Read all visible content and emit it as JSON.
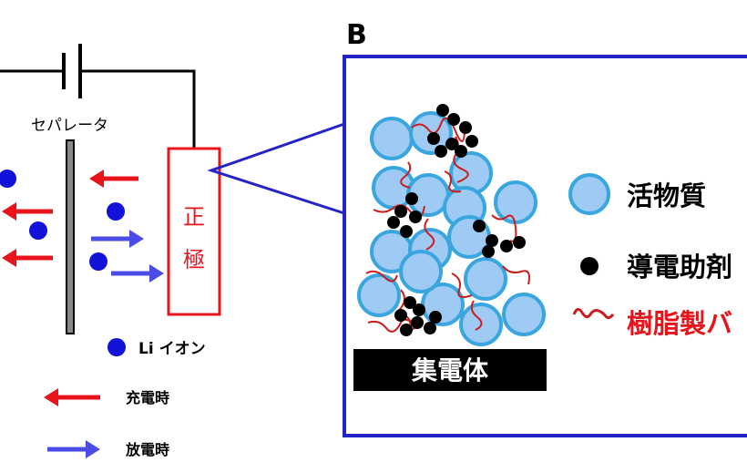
{
  "panel_label": "B",
  "labels": {
    "separator": "セパレータ",
    "cathode_line1": "正",
    "cathode_line2": "極",
    "collector": "集電体"
  },
  "legend_left": {
    "ion": "Li イオン",
    "charge": "充電時",
    "discharge": "放電時"
  },
  "legend_right": {
    "active_material": "活物質",
    "conductive_agent": "導電助剤",
    "resin_binder": "樹脂製バ"
  },
  "colors": {
    "charge_arrow": "#e8141c",
    "discharge_arrow": "#4b4be6",
    "li_ion": "#1212d8",
    "panel_border": "#2323c8",
    "cathode_border": "#e8141c",
    "active_fill": "#9fcaf4",
    "active_stroke": "#3aa6e0",
    "binder": "#cc1c1c",
    "collector_fill": "#000000"
  }
}
